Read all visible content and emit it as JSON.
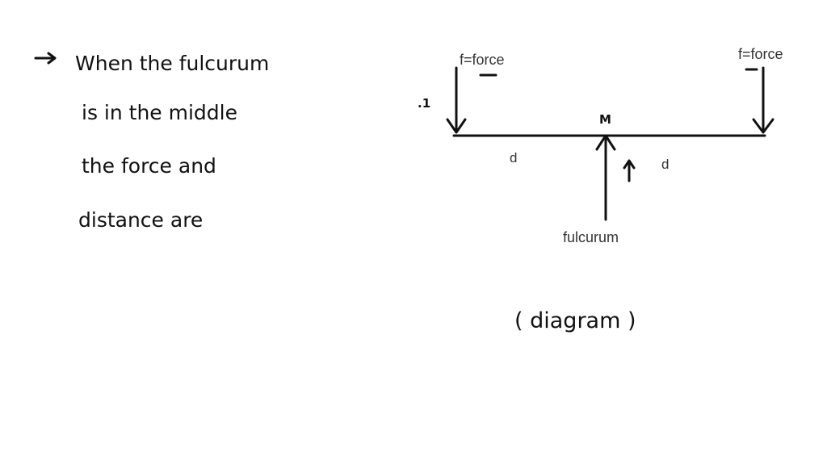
{
  "notes": {
    "lines": [
      "When the fulcurum",
      "is in the middle",
      "the force and",
      "distance are"
    ]
  },
  "diagram": {
    "left_force_label": "f=force",
    "right_force_label": "f=force",
    "left_distance_label": "d",
    "right_distance_label": "d",
    "fulcrum_label": "fulcurum",
    "fulcrum_mark": "M",
    "side_mark": ".1",
    "caption": "( diagram )"
  }
}
